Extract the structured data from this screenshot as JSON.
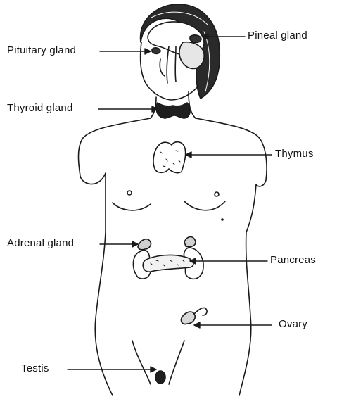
{
  "labels": {
    "pineal": "Pineal gland",
    "pituitary": "Pituitary gland",
    "thyroid": "Thyroid gland",
    "thymus": "Thymus",
    "adrenal": "Adrenal gland",
    "pancreas": "Pancreas",
    "ovary": "Ovary",
    "testis": "Testis"
  },
  "colors": {
    "ink": "#1a1a1a",
    "paper": "#ffffff"
  }
}
